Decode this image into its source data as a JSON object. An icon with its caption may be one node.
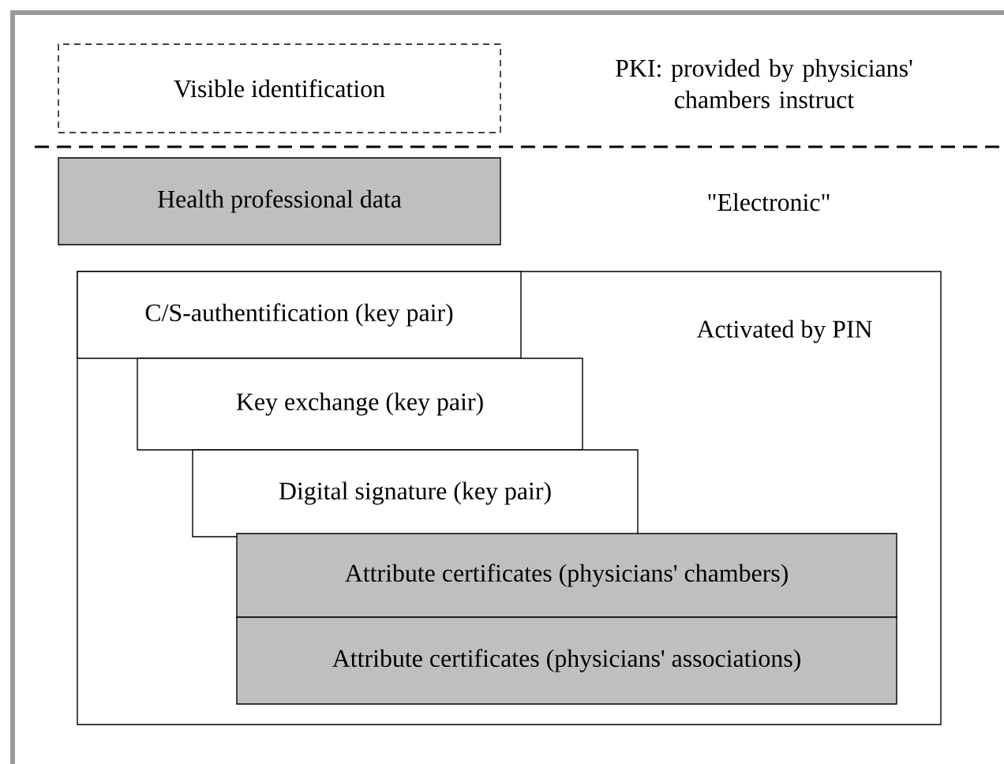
{
  "diagram": {
    "nodes": [
      {
        "text": [
          "Visible identification"
        ]
      },
      {
        "text": [
          "Health professional data"
        ]
      },
      {
        "text": [
          "Activated by PIN"
        ]
      },
      {
        "text": [
          "C/S-authentification (key pair)"
        ],
        "in": 2
      },
      {
        "text": [
          "Key exchange (key pair)"
        ],
        "in": 2
      },
      {
        "text": [
          "Digital signature (key pair)"
        ],
        "in": 2
      },
      {
        "text": [
          "Attribute certificates (physicians' chambers)"
        ],
        "in": 2
      },
      {
        "text": [
          "Attribute certificates (physicians' associations)"
        ],
        "in": 2
      }
    ],
    "labels": [
      "PKI: provided by physicians' chambers instruct",
      "\"Electronic\""
    ]
  }
}
